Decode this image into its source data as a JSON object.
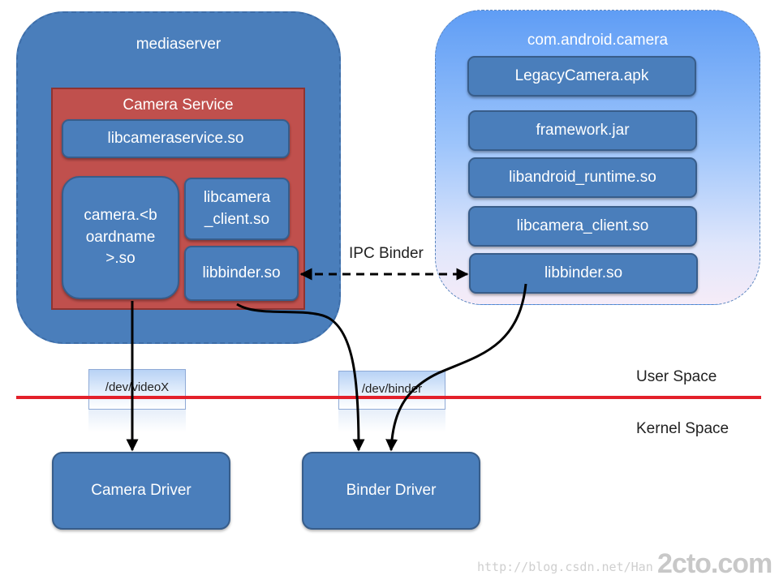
{
  "mediaserver": {
    "title": "mediaserver",
    "camera_service": {
      "title": "Camera Service",
      "libcameraservice": "libcameraservice.so",
      "camera_hal": [
        "camera.<b",
        "oardname",
        ">.so"
      ],
      "libcamera_client": [
        "libcamera",
        "_client.so"
      ],
      "libbinder": "libbinder.so"
    }
  },
  "app": {
    "title": "com.android.camera",
    "modules": [
      "LegacyCamera.apk",
      "framework.jar",
      "libandroid_runtime.so",
      "libcamera_client.so",
      "libbinder.so"
    ]
  },
  "ipc_label": "IPC Binder",
  "dev_nodes": {
    "video": "/dev/videoX",
    "binder": "/dev/binder"
  },
  "space_labels": {
    "user": "User Space",
    "kernel": "Kernel Space"
  },
  "drivers": {
    "camera": "Camera Driver",
    "binder": "Binder Driver"
  },
  "watermark": {
    "url": "http://blog.csdn.net/Han",
    "logo": "2cto.com"
  },
  "colors": {
    "box_fill": "#4a7ebb",
    "box_border": "#385d8a",
    "camera_service_fill": "#c0504d",
    "boundary_line": "#e3202a"
  }
}
